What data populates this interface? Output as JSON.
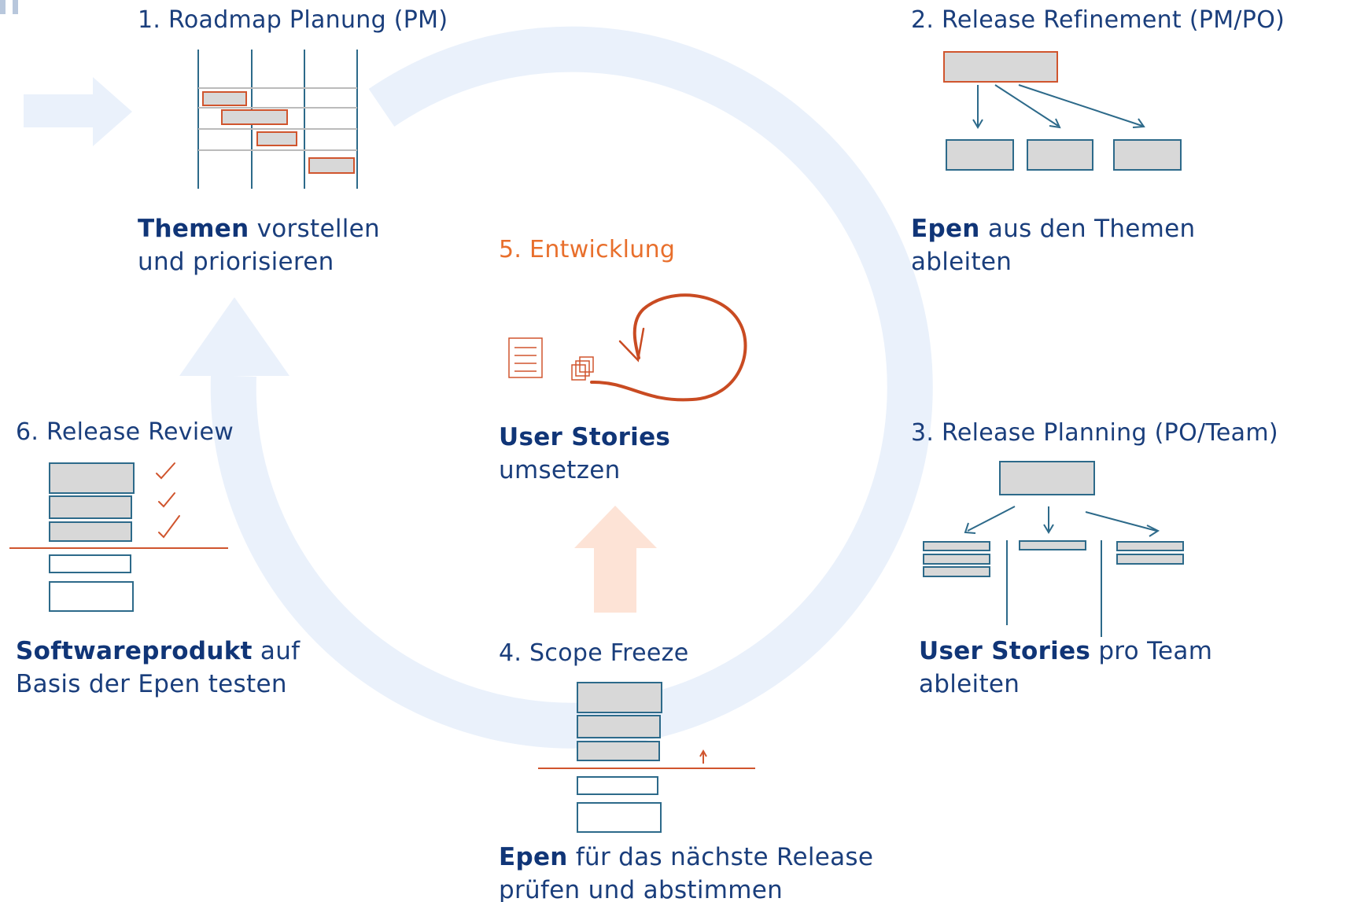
{
  "colors": {
    "title_blue": "#1a3e7c",
    "bold_blue": "#103577",
    "orange": "#e86f2c",
    "cycle_fill": "#eaf1fb",
    "box_gray": "#d8d8d8",
    "box_outline_teal": "#2d6a8a",
    "highlight_red": "#d0552e"
  },
  "steps": [
    {
      "title": "1. Roadmap Planung (PM)",
      "desc_bold": "Themen",
      "desc_rest_line1": " vorstellen",
      "desc_line2": "und priorisieren"
    },
    {
      "title": "2. Release Refinement (PM/PO)",
      "desc_bold": "Epen",
      "desc_rest_line1": " aus den Themen",
      "desc_line2": "ableiten"
    },
    {
      "title": "3. Release Planning (PO/Team)",
      "desc_bold": "User Stories",
      "desc_rest_line1": " pro Team",
      "desc_line2": "ableiten"
    },
    {
      "title": "4. Scope Freeze",
      "desc_bold": "Epen",
      "desc_rest_line1": " für das nächste Release",
      "desc_line2": "prüfen und abstimmen"
    },
    {
      "title": "5. Entwicklung",
      "desc_bold": "User Stories",
      "desc_rest_line1": "",
      "desc_line2": "umsetzen"
    },
    {
      "title": "6. Release Review",
      "desc_bold": "Softwareprodukt",
      "desc_rest_line1": " auf",
      "desc_line2": "Basis der Epen testen"
    }
  ],
  "icons": {
    "cycle": "circular-arrow-icon",
    "entry": "entry-arrow-icon",
    "roadmap": "gantt-chart-icon",
    "refinement": "hierarchy-tree-icon",
    "planning": "team-split-icon",
    "freeze": "scope-freeze-stack-icon",
    "development": "development-loop-icon",
    "review": "checklist-stack-icon",
    "up_arrow": "up-arrow-icon"
  }
}
